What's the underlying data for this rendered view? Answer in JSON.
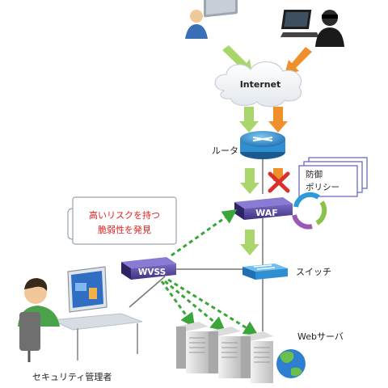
{
  "diagram": {
    "internet": "Internet",
    "router": "ルータ",
    "waf": "WAF",
    "wvss": "WVSS",
    "switch": "スイッチ",
    "web_server": "Webサーバ",
    "security_admin": "セキュリティ管理者",
    "policy_lines": [
      "防御",
      "ポリシー"
    ],
    "vuln_note_lines": [
      "高いリスクを持つ",
      "脆弱性を発見"
    ]
  },
  "colors": {
    "green_arrow": "#a9d66b",
    "orange_arrow": "#f0902c",
    "dash_green": "#3aa63a",
    "device_purple": "#5a4aa0",
    "router_blue": "#2f8fd0",
    "note_red": "#e02020",
    "line_gray": "#777777"
  }
}
